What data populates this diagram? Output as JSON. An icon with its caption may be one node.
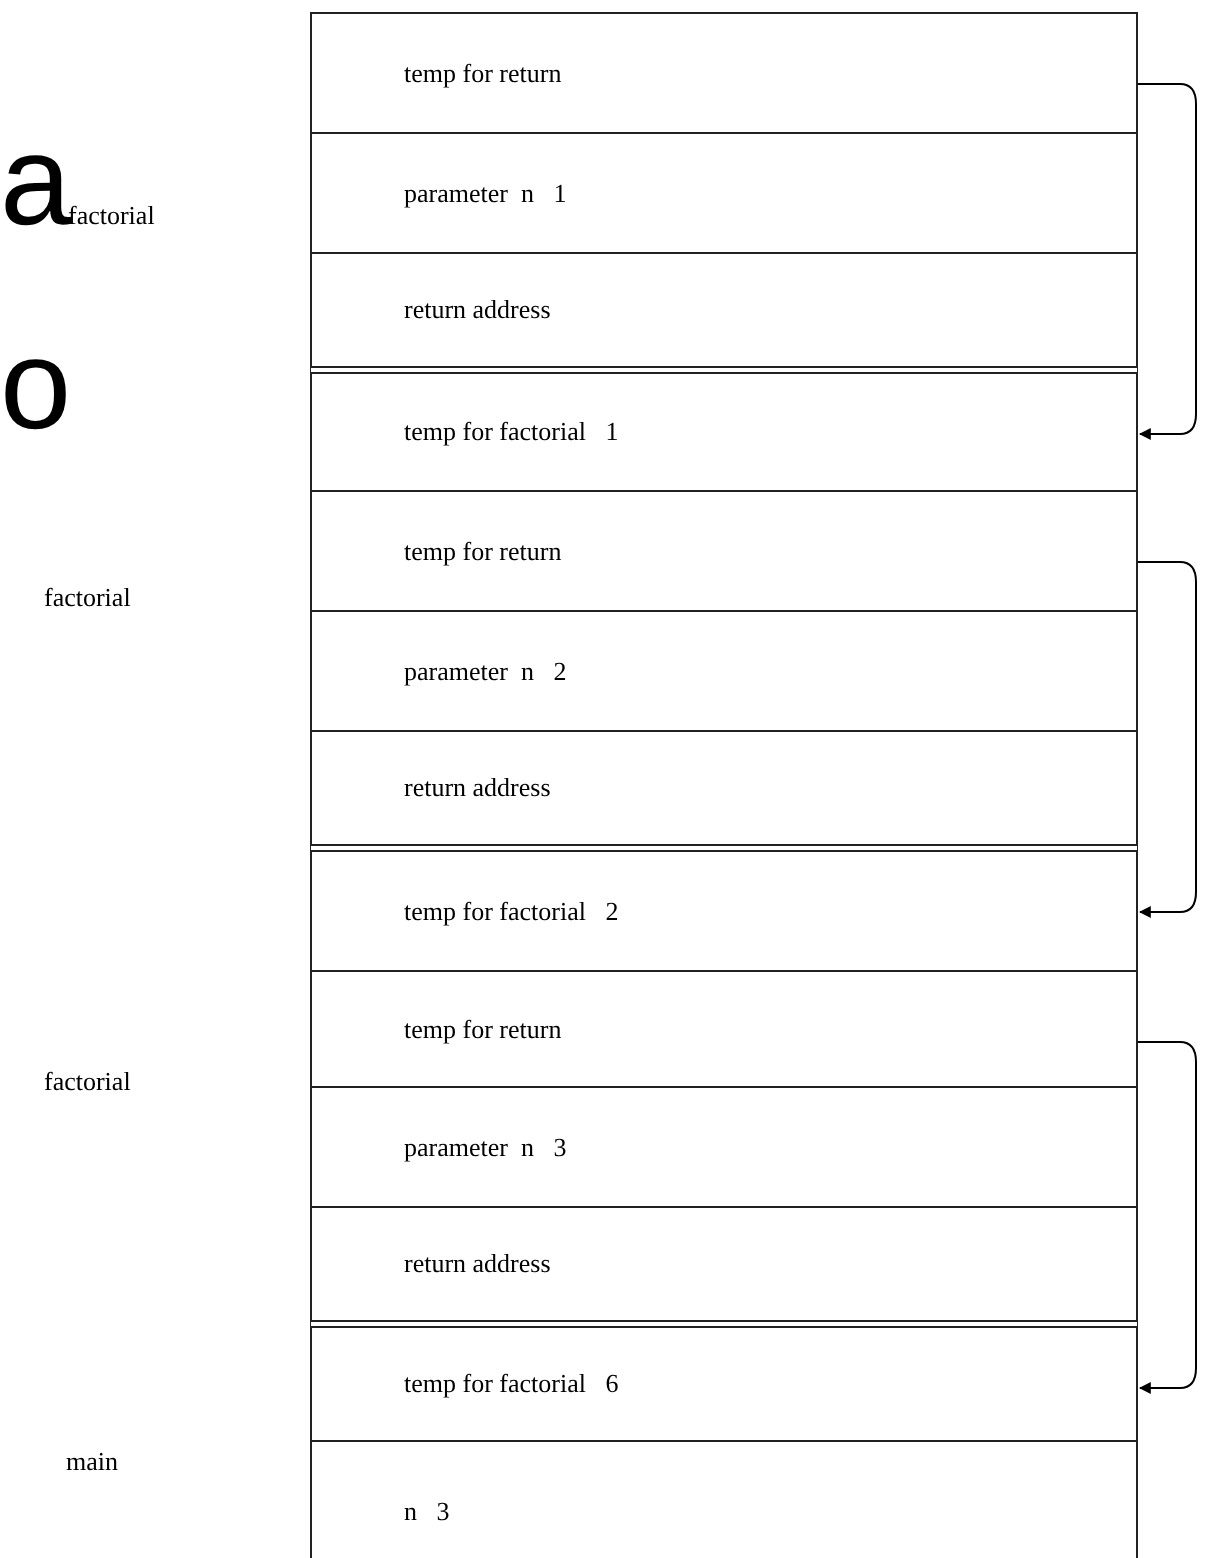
{
  "diagram": {
    "nodes": [
      {
        "text": [
          "temp for return"
        ]
      },
      {
        "text": [
          "parameter  n   1"
        ]
      },
      {
        "text": [
          "return address"
        ]
      },
      {
        "text": [
          "temp for factorial   1"
        ]
      },
      {
        "text": [
          "temp for return"
        ]
      },
      {
        "text": [
          "parameter  n   2"
        ]
      },
      {
        "text": [
          "return address"
        ]
      },
      {
        "text": [
          "temp for factorial   2"
        ]
      },
      {
        "text": [
          "temp for return"
        ]
      },
      {
        "text": [
          "parameter  n   3"
        ]
      },
      {
        "text": [
          "return address"
        ]
      },
      {
        "text": [
          "temp for factorial   6"
        ]
      },
      {
        "text": [
          "n   3"
        ]
      }
    ],
    "edges": [
      {
        "from": 0,
        "to": 3,
        "arrow": "to"
      },
      {
        "from": 4,
        "to": 7,
        "arrow": "to"
      },
      {
        "from": 8,
        "to": 11,
        "arrow": "to"
      }
    ],
    "labels": [
      "a",
      "factorial",
      "o",
      "factorial",
      "factorial",
      "main"
    ]
  }
}
